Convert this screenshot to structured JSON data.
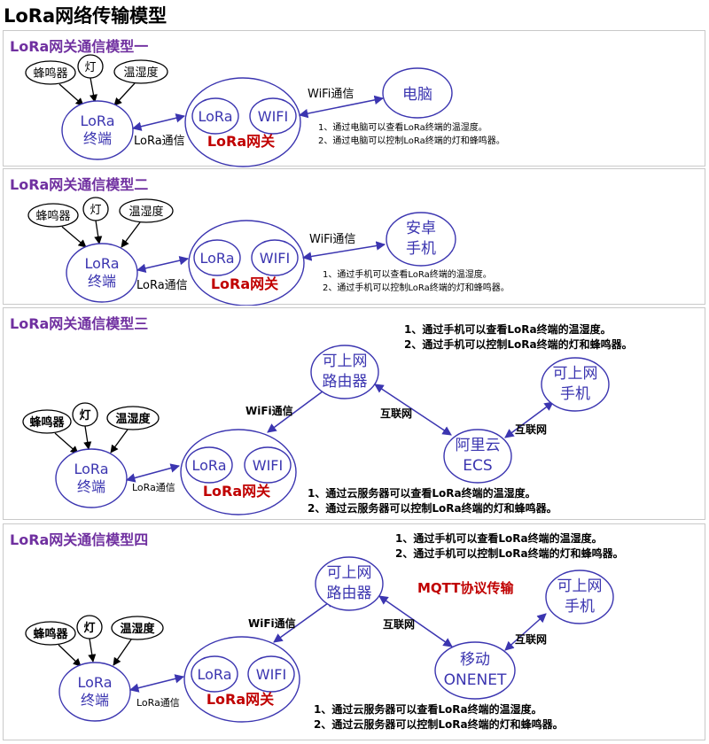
{
  "page": {
    "title": "LoRa网络传输模型"
  },
  "colors": {
    "title": "#7030a0",
    "ellipse": "#3b35b0",
    "gateway_label": "#c00000",
    "arrow": "#3b35b0"
  },
  "models": [
    {
      "title": "LoRa网关通信模型一",
      "devices": [
        "蜂鸣器",
        "灯",
        "温湿度"
      ],
      "terminal": {
        "line1": "LoRa",
        "line2": "终端"
      },
      "gateway": {
        "lora": "LoRa",
        "wifi": "WIFI",
        "label": "LoRa网关"
      },
      "link_terminal_gateway": "LoRa通信",
      "link_gateway_next": "WiFi通信",
      "target": {
        "line1": "电脑",
        "line2": ""
      },
      "notes": [
        "1、通过电脑可以查看LoRa终端的温湿度。",
        "2、通过电脑可以控制LoRa终端的灯和蜂鸣器。"
      ]
    },
    {
      "title": "LoRa网关通信模型二",
      "devices": [
        "蜂鸣器",
        "灯",
        "温湿度"
      ],
      "terminal": {
        "line1": "LoRa",
        "line2": "终端"
      },
      "gateway": {
        "lora": "LoRa",
        "wifi": "WIFI",
        "label": "LoRa网关"
      },
      "link_terminal_gateway": "LoRa通信",
      "link_gateway_next": "WiFi通信",
      "target": {
        "line1": "安卓",
        "line2": "手机"
      },
      "notes": [
        "1、通过手机可以查看LoRa终端的温湿度。",
        "2、通过手机可以控制LoRa终端的灯和蜂鸣器。"
      ]
    },
    {
      "title": "LoRa网关通信模型三",
      "devices": [
        "蜂鸣器",
        "灯",
        "温湿度"
      ],
      "terminal": {
        "line1": "LoRa",
        "line2": "终端"
      },
      "gateway": {
        "lora": "LoRa",
        "wifi": "WIFI",
        "label": "LoRa网关"
      },
      "link_terminal_gateway": "LoRa通信",
      "link_gateway_router": "WiFi通信",
      "router": {
        "line1": "可上网",
        "line2": "路由器"
      },
      "link_router_cloud": "互联网",
      "cloud": {
        "line1": "阿里云",
        "line2": "ECS"
      },
      "link_cloud_phone": "互联网",
      "phone": {
        "line1": "可上网",
        "line2": "手机"
      },
      "protocol_label": "",
      "top_notes": [
        "1、通过手机可以查看LoRa终端的温湿度。",
        "2、通过手机可以控制LoRa终端的灯和蜂鸣器。"
      ],
      "bottom_notes": [
        "1、通过云服务器可以查看LoRa终端的温湿度。",
        "2、通过云服务器可以控制LoRa终端的灯和蜂鸣器。"
      ]
    },
    {
      "title": "LoRa网关通信模型四",
      "devices": [
        "蜂鸣器",
        "灯",
        "温湿度"
      ],
      "terminal": {
        "line1": "LoRa",
        "line2": "终端"
      },
      "gateway": {
        "lora": "LoRa",
        "wifi": "WIFI",
        "label": "LoRa网关"
      },
      "link_terminal_gateway": "LoRa通信",
      "link_gateway_router": "WiFi通信",
      "router": {
        "line1": "可上网",
        "line2": "路由器"
      },
      "link_router_cloud": "互联网",
      "cloud": {
        "line1": "移动",
        "line2": "ONENET"
      },
      "link_cloud_phone": "互联网",
      "phone": {
        "line1": "可上网",
        "line2": "手机"
      },
      "protocol_label": "MQTT协议传输",
      "top_notes": [
        "1、通过手机可以查看LoRa终端的温湿度。",
        "2、通过手机可以控制LoRa终端的灯和蜂鸣器。"
      ],
      "bottom_notes": [
        "1、通过云服务器可以查看LoRa终端的温湿度。",
        "2、通过云服务器可以控制LoRa终端的灯和蜂鸣器。"
      ]
    }
  ]
}
